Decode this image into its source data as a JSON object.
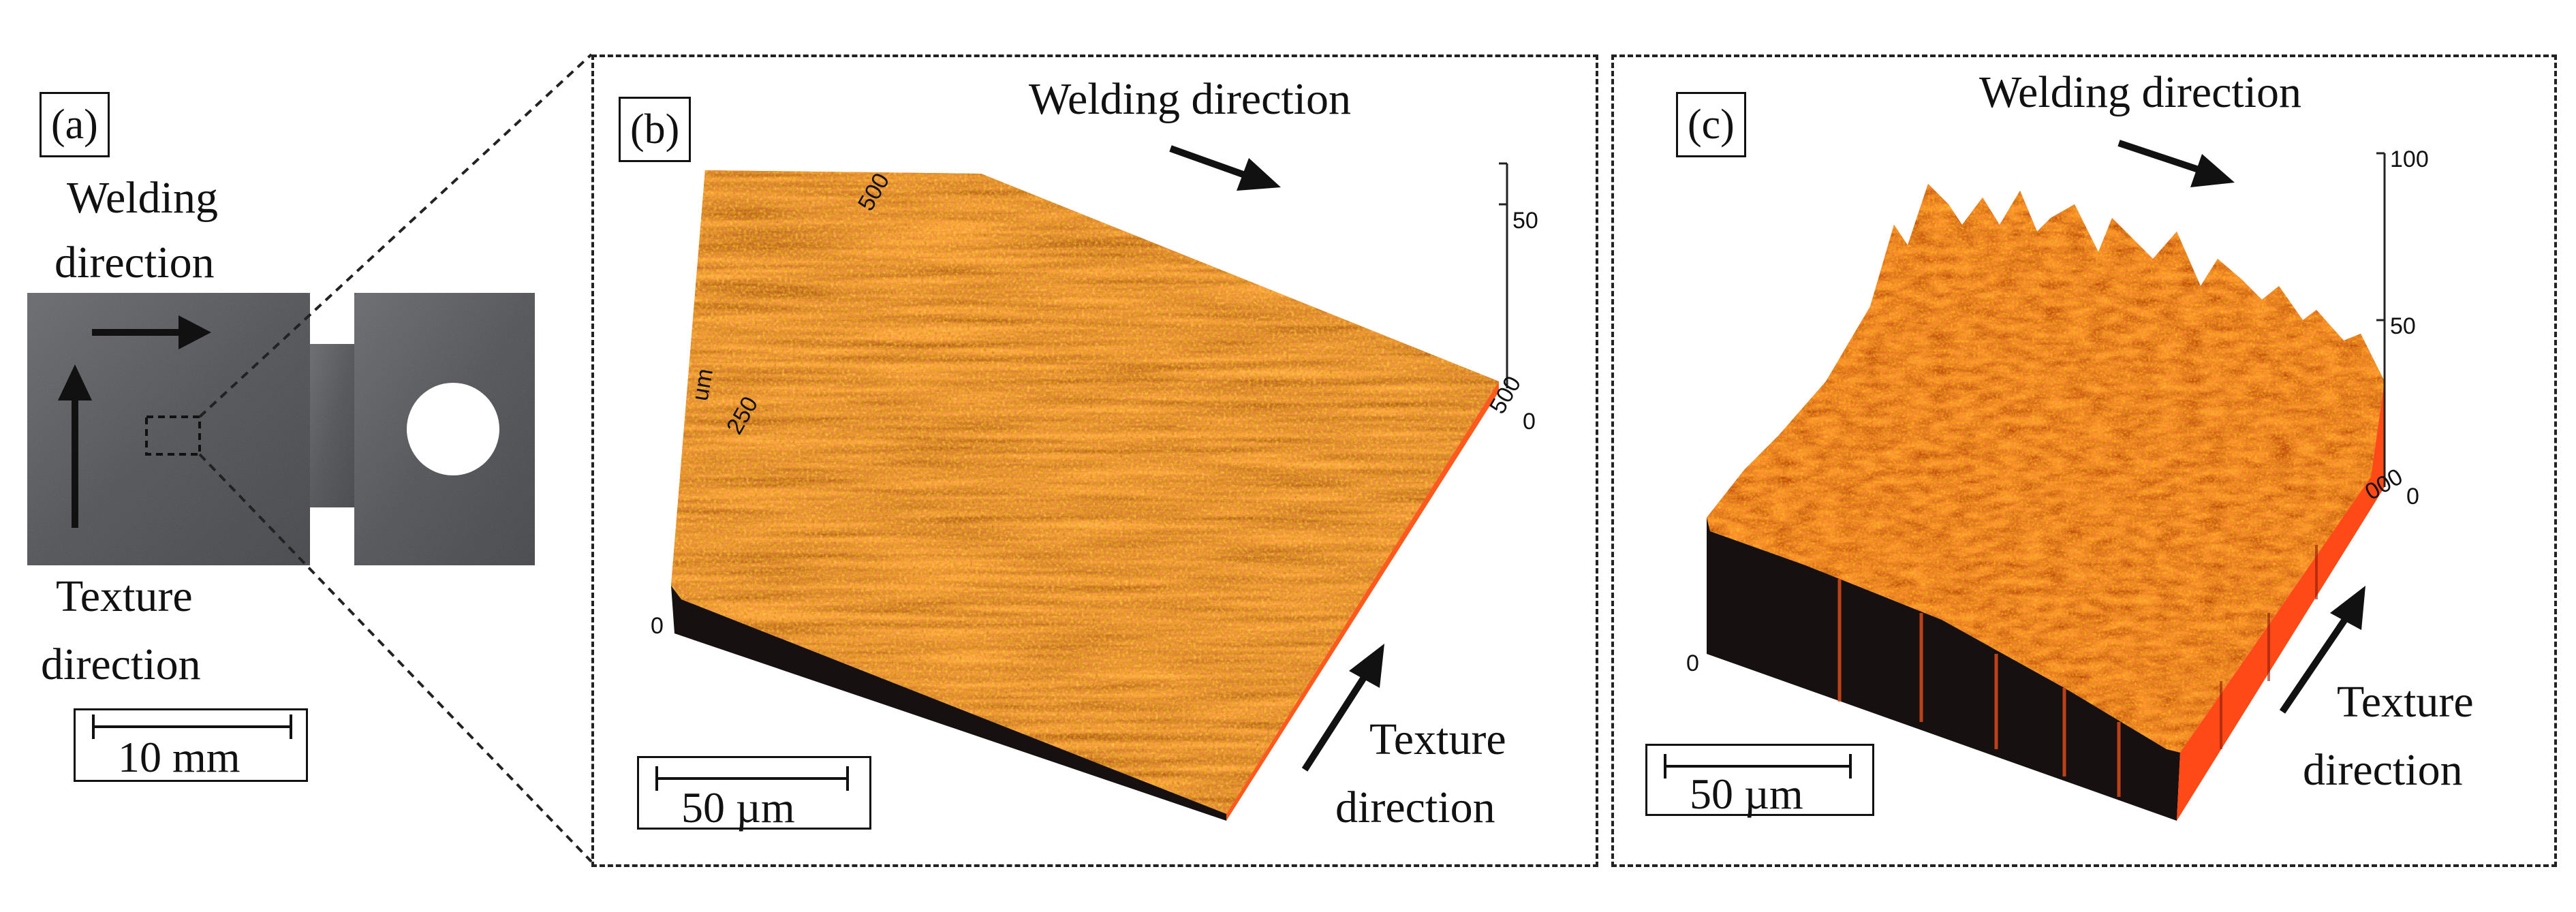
{
  "panels": {
    "a": {
      "label": "(a)",
      "welding_direction": [
        "Welding",
        "direction"
      ],
      "texture_direction": [
        "Texture",
        "direction"
      ],
      "scale_bar": "10 mm"
    },
    "b": {
      "label": "(b)",
      "welding_direction": "Welding direction",
      "texture_direction": [
        "Texture",
        "direction"
      ],
      "scale_bar": "50 µm",
      "axis_unit": "um",
      "axis_ticks": [
        "500",
        "250",
        "0",
        "500",
        "0"
      ],
      "z_ticks": [
        "50"
      ]
    },
    "c": {
      "label": "(c)",
      "welding_direction": "Welding direction",
      "texture_direction": [
        "Texture",
        "direction"
      ],
      "scale_bar": "50 µm",
      "axis_ticks": [
        "0",
        "000",
        "0"
      ],
      "z_ticks": [
        "100",
        "50"
      ]
    }
  },
  "colors": {
    "surface_main": "#e8521f",
    "surface_dark": "#8a2a10",
    "surface_bright": "#ff5a1e",
    "surface_base": "#141010",
    "sample_plate": "#55575a"
  }
}
